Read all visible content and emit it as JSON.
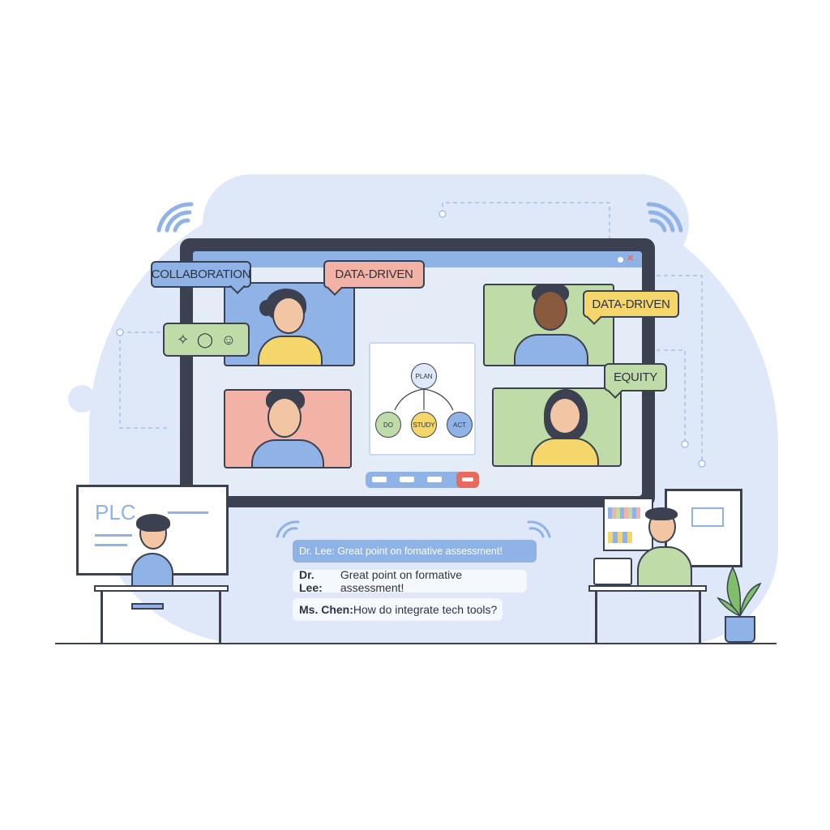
{
  "window": {
    "controls": [
      "minimize",
      "close"
    ]
  },
  "tags": {
    "collaboration": "COLLABORATION",
    "data_driven_1": "DATA-DRIVEN",
    "data_driven_2": "DATA-DRIVEN",
    "equity": "EQUITY",
    "icons": [
      "ideas-icon",
      "chat-icon",
      "emoji-icon"
    ]
  },
  "diagram": {
    "top": "PLAN",
    "nodes": [
      "DO",
      "STUDY",
      "ACT"
    ]
  },
  "whiteboard": {
    "title": "PLC"
  },
  "chat": [
    {
      "text": "Dr. Lee: Great point on fomative assessment!",
      "highlighted": true
    },
    {
      "speaker": "Dr. Lee:",
      "text": " Great point on formative assessment!"
    },
    {
      "speaker": "Ms. Chen:",
      "text": " How do integrate tech tools?"
    }
  ],
  "colors": {
    "blue": "#8fb3e6",
    "pink": "#f2b3a6",
    "green": "#bfdca8",
    "yellow": "#f5d66b",
    "dark": "#3b4150",
    "end_call": "#e86a5a"
  }
}
